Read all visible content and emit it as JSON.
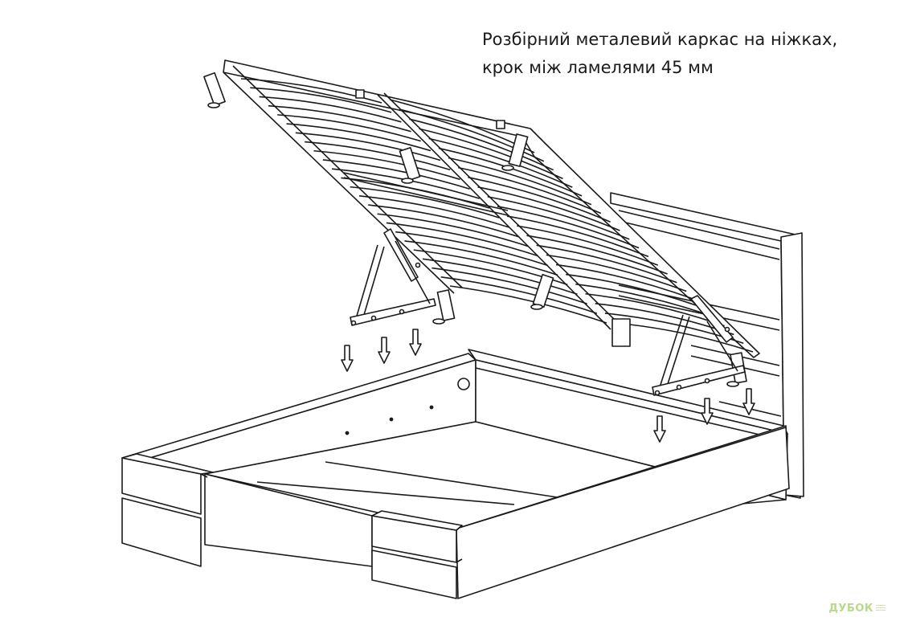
{
  "caption": {
    "line1": "Розбірний металевий каркас на ніжках,",
    "line2": "крок між ламелями 45 мм"
  },
  "watermark": {
    "brand": "ДУБОК"
  },
  "colors": {
    "line": "#1a1a1a",
    "background": "#ffffff",
    "watermark": "#b9d98c"
  },
  "diagram": {
    "slats_count": 24,
    "arrows_count": 6
  }
}
